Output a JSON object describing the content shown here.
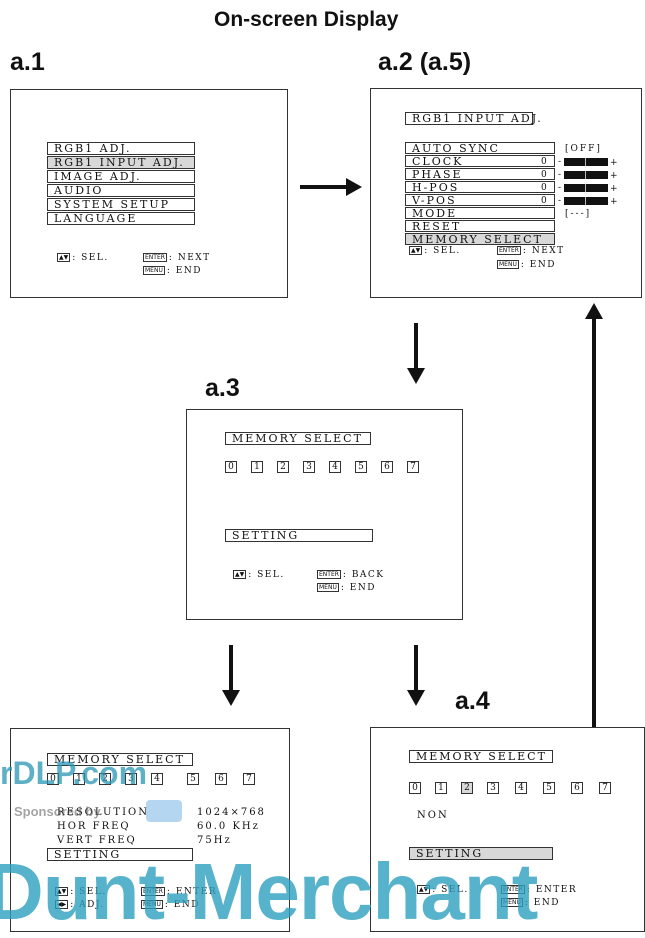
{
  "title": "On-screen Display",
  "labels": {
    "a1": "a.1",
    "a2": "a.2 (a.5)",
    "a3": "a.3",
    "a4": "a.4"
  },
  "keys": {
    "sel": "SEL.",
    "adj": "ADJ.",
    "next": "NEXT",
    "end": "END",
    "back": "BACK",
    "enter": "ENTER",
    "enter_btn": "ENTER",
    "menu_btn": "MENU",
    "updown_btn": "▲▼",
    "leftright_btn": "◀▶"
  },
  "panel_a1": {
    "items": [
      "RGB1 ADJ.",
      "RGB1 INPUT ADJ.",
      "IMAGE ADJ.",
      "AUDIO",
      "SYSTEM SETUP",
      "LANGUAGE"
    ],
    "selected_index": 1
  },
  "panel_a2": {
    "header": "RGB1 INPUT ADJ.",
    "rows": [
      {
        "label": "AUTO SYNC",
        "value": "",
        "extra": "[OFF]"
      },
      {
        "label": "CLOCK",
        "value": "0",
        "extra": ""
      },
      {
        "label": "PHASE",
        "value": "0",
        "extra": ""
      },
      {
        "label": "H-POS",
        "value": "0",
        "extra": ""
      },
      {
        "label": "V-POS",
        "value": "0",
        "extra": ""
      },
      {
        "label": "MODE",
        "value": "",
        "extra": "[---]"
      },
      {
        "label": "RESET",
        "value": "",
        "extra": ""
      },
      {
        "label": "MEMORY SELECT",
        "value": "",
        "extra": ""
      }
    ],
    "minus": "-",
    "plus": "+"
  },
  "panel_a3": {
    "header": "MEMORY SELECT",
    "slots": [
      "0",
      "1",
      "2",
      "3",
      "4",
      "5",
      "6",
      "7"
    ],
    "setting": "SETTING"
  },
  "panel_a4": {
    "header": "MEMORY SELECT",
    "slots": [
      "0",
      "1",
      "2",
      "3",
      "4",
      "5",
      "6",
      "7"
    ],
    "selected_slot": 2,
    "status": "NON",
    "setting": "SETTING"
  },
  "panel_a5": {
    "header": "MEMORY SELECT",
    "slots": [
      "0",
      "1",
      "2",
      "3",
      "4",
      "5",
      "6",
      "7"
    ],
    "info": [
      {
        "label": "RESOLUTION",
        "value": "1024×768"
      },
      {
        "label": "HOR FREQ",
        "value": "60.0 KHz"
      },
      {
        "label": "VERT FREQ",
        "value": "75Hz"
      }
    ],
    "setting": "SETTING"
  },
  "watermark": {
    "top": "rDLP.com",
    "sponsored": "Sponsored by",
    "bottom": "Dunt-Merchant"
  }
}
